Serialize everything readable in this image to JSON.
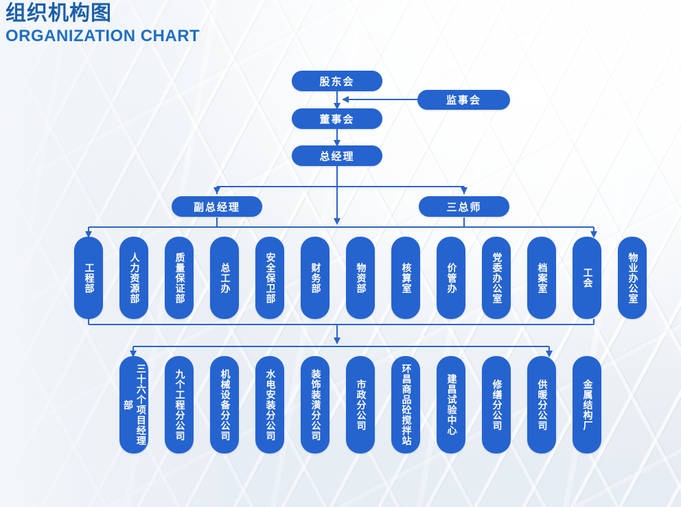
{
  "title": {
    "cn": "组织机构图",
    "en": "ORGANIZATION CHART"
  },
  "colors": {
    "node_fill": "#2563cf",
    "node_text": "#ffffff",
    "connector": "#2a63c8",
    "title_cn": "#1b5fa8",
    "title_en": "#1f6fc0",
    "background": "#eef2f6"
  },
  "chart_data": {
    "type": "diagram",
    "diagram_kind": "organization-chart",
    "orientation": "top-down",
    "levels": [
      {
        "level": 1,
        "nodes": [
          "股东会"
        ]
      },
      {
        "level": 1,
        "nodes": [
          "监事会"
        ],
        "note": "side node pointing into 股东会 / 董事会 link"
      },
      {
        "level": 2,
        "nodes": [
          "董事会"
        ]
      },
      {
        "level": 3,
        "nodes": [
          "总经理"
        ]
      },
      {
        "level": 4,
        "nodes": [
          "副总经理",
          "三总师"
        ]
      },
      {
        "level": 5,
        "nodes": [
          "工程部",
          "人力资源部",
          "质量保证部",
          "总工办",
          "安全保卫部",
          "财务部",
          "物资部",
          "核算室",
          "价管办",
          "党委办公室",
          "档案室",
          "工会",
          "物业办公室"
        ]
      },
      {
        "level": 6,
        "nodes": [
          "三十六个项目经理部",
          "九个工程分公司",
          "机械设备分公司",
          "水电安装分公司",
          "装饰装潢分公司",
          "市政分公司",
          "环昌商品砼搅拌站",
          "建昌试验中心",
          "修缮分公司",
          "供暖分公司",
          "金属结构厂"
        ]
      }
    ]
  },
  "top": {
    "shareholders": "股东会",
    "supervisors": "监事会",
    "board": "董事会",
    "general_manager": "总经理"
  },
  "level4": {
    "deputy_gm": "副总经理",
    "three_chiefs": "三总师"
  },
  "departments": [
    {
      "label": "工程部"
    },
    {
      "label": "人力资源部"
    },
    {
      "label": "质量保证部"
    },
    {
      "label": "总工办"
    },
    {
      "label": "安全保卫部"
    },
    {
      "label": "财务部"
    },
    {
      "label": "物资部"
    },
    {
      "label": "核算室"
    },
    {
      "label": "价管办"
    },
    {
      "label": "党委办公室"
    },
    {
      "label": "档案室"
    },
    {
      "label": "工会"
    },
    {
      "label": "物业办公室"
    }
  ],
  "subsidiaries": [
    {
      "label": "三十六个项目经理部"
    },
    {
      "label": "九个工程分公司"
    },
    {
      "label": "机械设备分公司"
    },
    {
      "label": "水电安装分公司"
    },
    {
      "label": "装饰装潢分公司"
    },
    {
      "label": "市政分公司"
    },
    {
      "label": "环昌商品砼搅拌站"
    },
    {
      "label": "建昌试验中心"
    },
    {
      "label": "修缮分公司"
    },
    {
      "label": "供暖分公司"
    },
    {
      "label": "金属结构厂"
    }
  ]
}
